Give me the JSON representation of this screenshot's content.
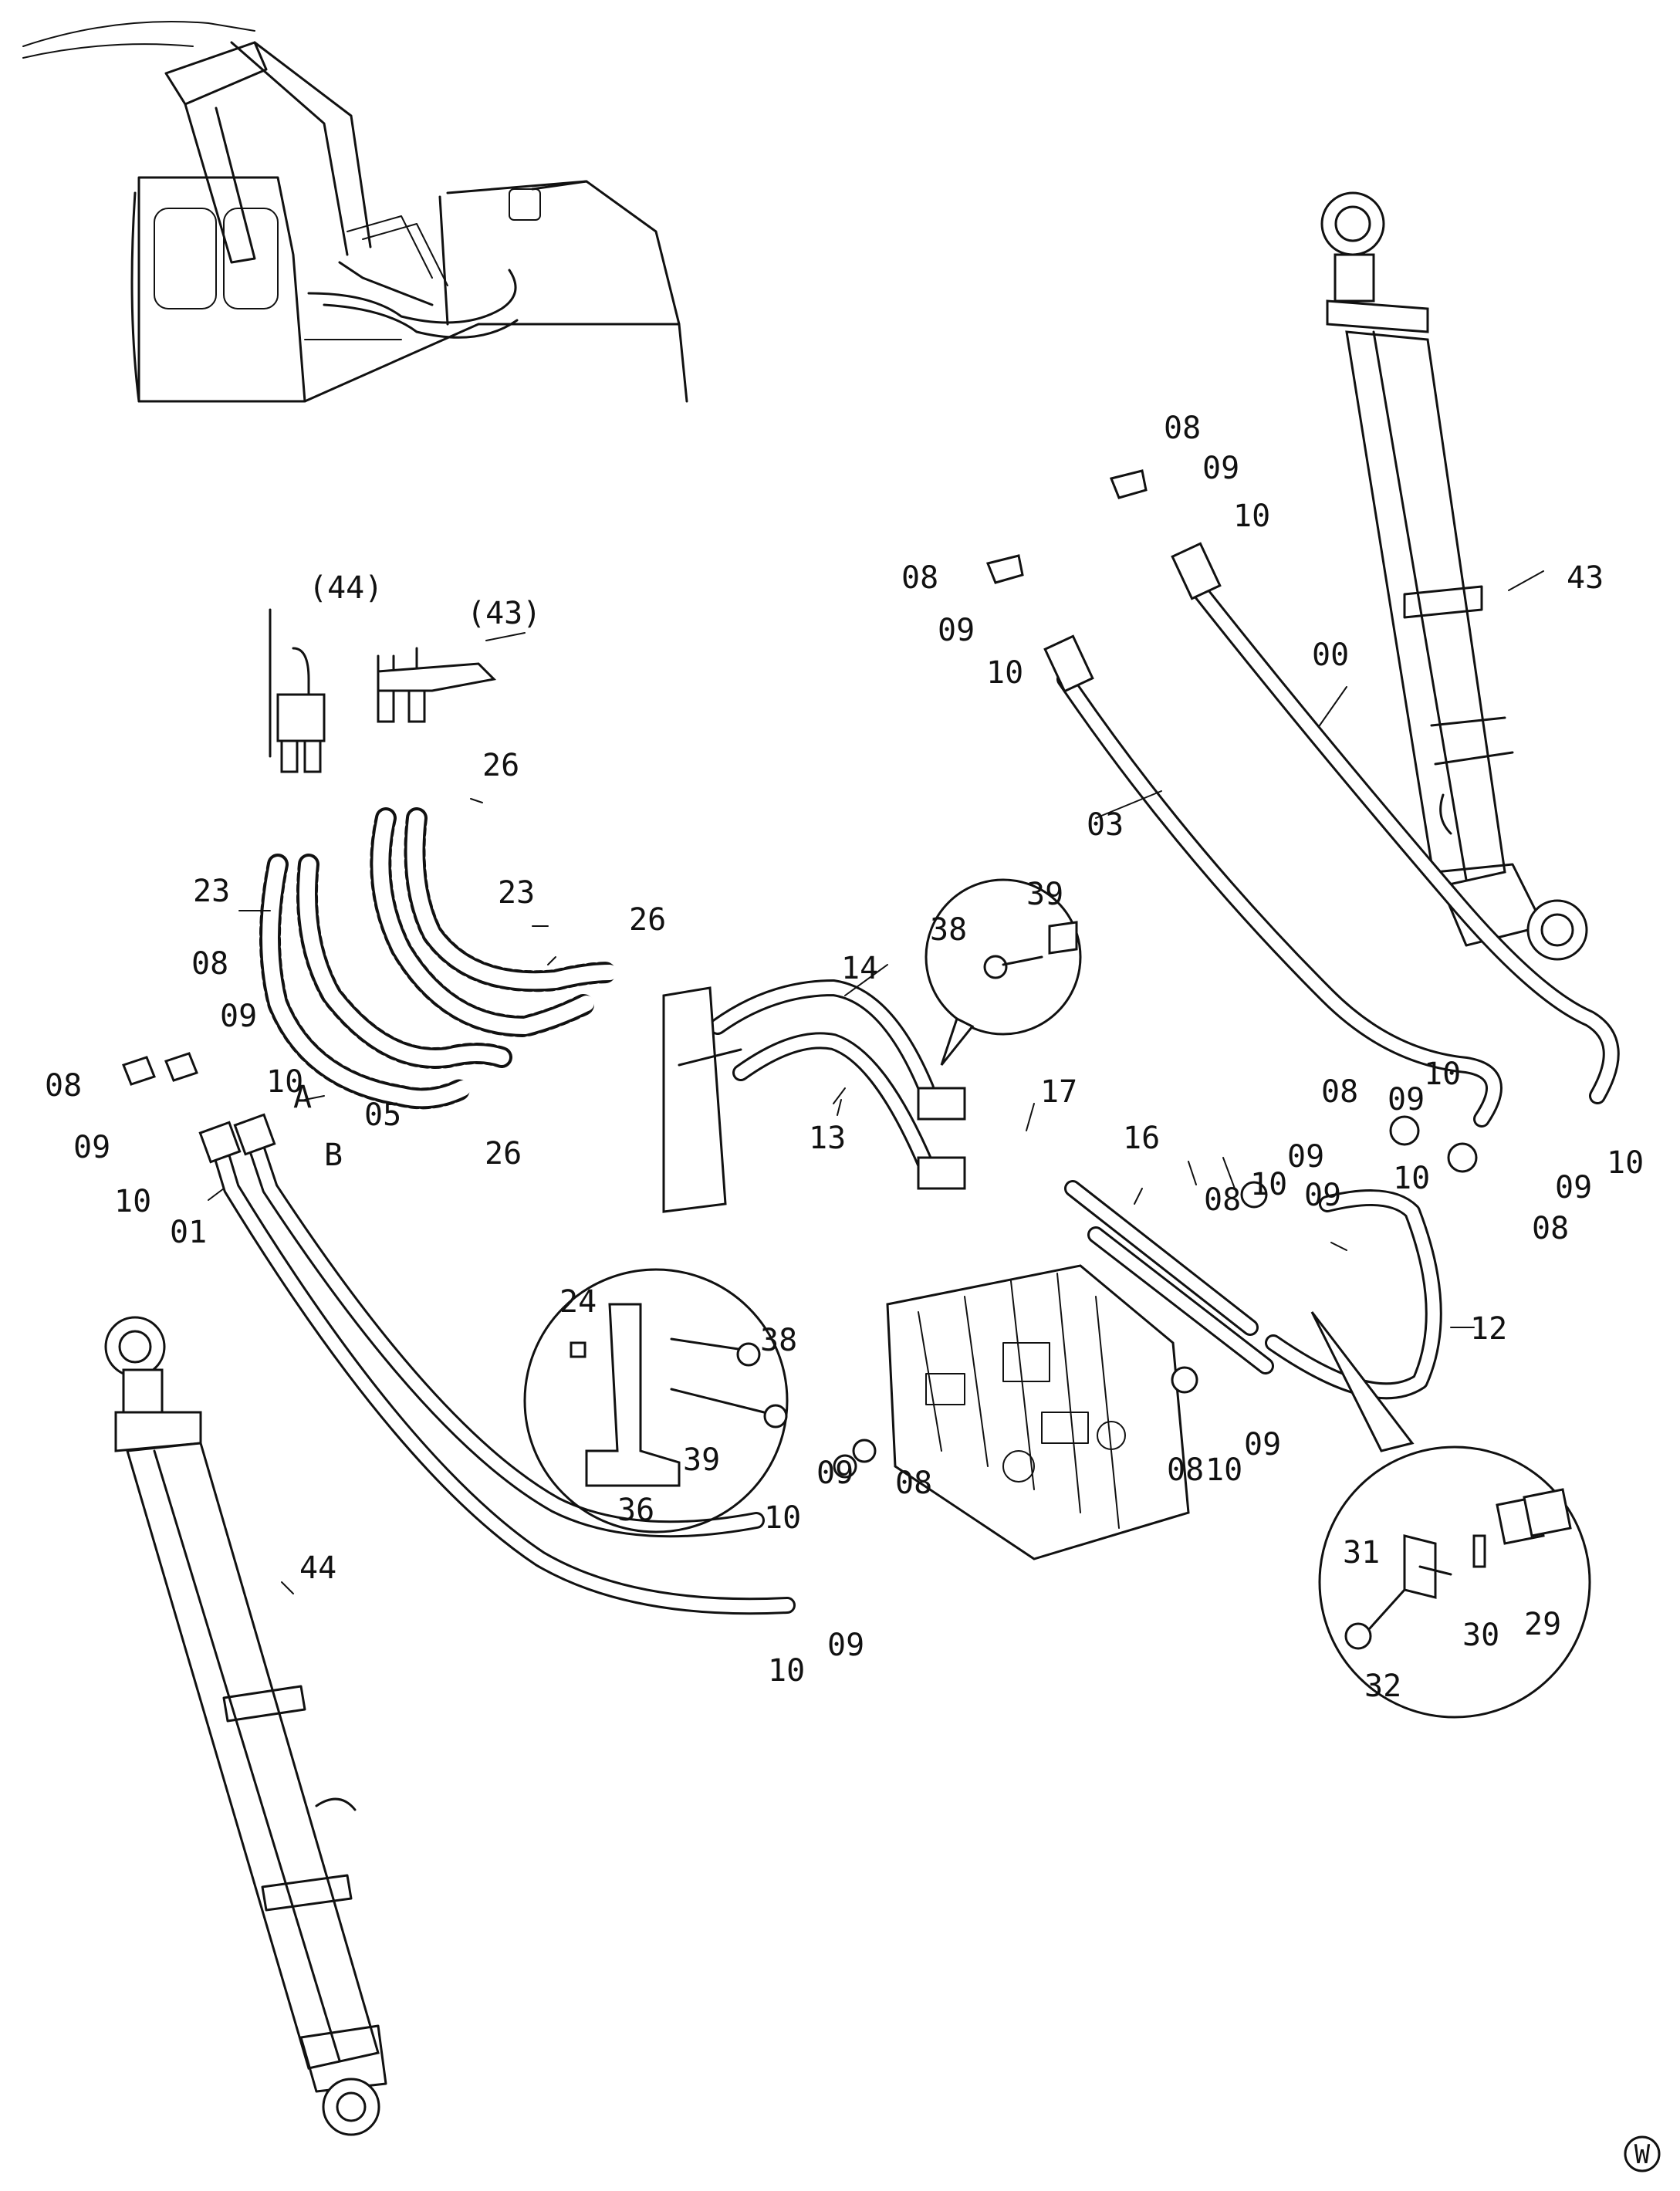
{
  "callouts": [
    {
      "id": "c01",
      "text": "01"
    },
    {
      "id": "c03",
      "text": "03"
    },
    {
      "id": "c00",
      "text": "00"
    },
    {
      "id": "c05",
      "text": "05"
    },
    {
      "id": "cA",
      "text": "A"
    },
    {
      "id": "cB",
      "text": "B"
    },
    {
      "id": "c08a",
      "text": "08"
    },
    {
      "id": "c08b",
      "text": "08"
    },
    {
      "id": "c08c",
      "text": "08"
    },
    {
      "id": "c08d",
      "text": "08"
    },
    {
      "id": "c08e",
      "text": "08"
    },
    {
      "id": "c08f",
      "text": "08"
    },
    {
      "id": "c08g",
      "text": "08"
    },
    {
      "id": "c08h",
      "text": "08"
    },
    {
      "id": "c08i",
      "text": "08"
    },
    {
      "id": "c09a",
      "text": "09"
    },
    {
      "id": "c09b",
      "text": "09"
    },
    {
      "id": "c09c",
      "text": "09"
    },
    {
      "id": "c09d",
      "text": "09"
    },
    {
      "id": "c09e",
      "text": "09"
    },
    {
      "id": "c09f",
      "text": "09"
    },
    {
      "id": "c09g",
      "text": "09"
    },
    {
      "id": "c09h",
      "text": "09"
    },
    {
      "id": "c09i",
      "text": "09"
    },
    {
      "id": "c09j",
      "text": "09"
    },
    {
      "id": "c09k",
      "text": "09"
    },
    {
      "id": "c10a",
      "text": "10"
    },
    {
      "id": "c10b",
      "text": "10"
    },
    {
      "id": "c10c",
      "text": "10"
    },
    {
      "id": "c10d",
      "text": "10"
    },
    {
      "id": "c10e",
      "text": "10"
    },
    {
      "id": "c10f",
      "text": "10"
    },
    {
      "id": "c10g",
      "text": "10"
    },
    {
      "id": "c10h",
      "text": "10"
    },
    {
      "id": "c10i",
      "text": "10"
    },
    {
      "id": "c10j",
      "text": "10"
    },
    {
      "id": "c10k",
      "text": "10"
    },
    {
      "id": "c12",
      "text": "12"
    },
    {
      "id": "c13",
      "text": "13"
    },
    {
      "id": "c14",
      "text": "14"
    },
    {
      "id": "c16",
      "text": "16"
    },
    {
      "id": "c17",
      "text": "17"
    },
    {
      "id": "c23a",
      "text": "23"
    },
    {
      "id": "c23b",
      "text": "23"
    },
    {
      "id": "c24",
      "text": "24"
    },
    {
      "id": "c26a",
      "text": "26"
    },
    {
      "id": "c26b",
      "text": "26"
    },
    {
      "id": "c26c",
      "text": "26"
    },
    {
      "id": "c29",
      "text": "29"
    },
    {
      "id": "c30",
      "text": "30"
    },
    {
      "id": "c31",
      "text": "31"
    },
    {
      "id": "c32",
      "text": "32"
    },
    {
      "id": "c36",
      "text": "36"
    },
    {
      "id": "c38a",
      "text": "38"
    },
    {
      "id": "c38b",
      "text": "38"
    },
    {
      "id": "c39a",
      "text": "39"
    },
    {
      "id": "c39b",
      "text": "39"
    },
    {
      "id": "c43",
      "text": "43"
    },
    {
      "id": "c44",
      "text": "44"
    },
    {
      "id": "c43p",
      "text": "(43)"
    },
    {
      "id": "c44p",
      "text": "(44)"
    }
  ],
  "corner_mark": "W"
}
